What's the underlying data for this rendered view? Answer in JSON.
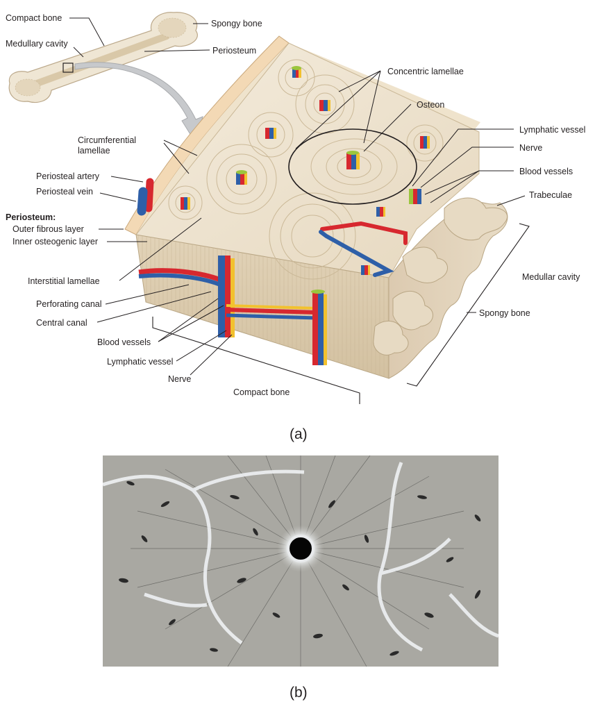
{
  "panel_a": {
    "caption": "(a)",
    "labels": {
      "compact_bone_top": "Compact bone",
      "spongy_bone_top": "Spongy bone",
      "medullary_cavity": "Medullary cavity",
      "periosteum": "Periosteum",
      "concentric_lamellae": "Concentric lamellae",
      "osteon": "Osteon",
      "circumferential_lamellae_1": "Circumferential",
      "circumferential_lamellae_2": "lamellae",
      "lymphatic_vessel_right": "Lymphatic vessel",
      "nerve_right": "Nerve",
      "blood_vessels_right": "Blood vessels",
      "trabeculae": "Trabeculae",
      "periosteal_artery": "Periosteal artery",
      "periosteal_vein": "Periosteal vein",
      "periosteum_heading": "Periosteum:",
      "outer_fibrous_layer": "Outer fibrous layer",
      "inner_osteogenic_layer": "Inner osteogenic layer",
      "interstitial_lamellae": "Interstitial lamellae",
      "medullar_cavity": "Medullar cavity",
      "perforating_canal": "Perforating canal",
      "central_canal": "Central canal",
      "spongy_bone_bottom": "Spongy bone",
      "blood_vessels_bottom": "Blood vessels",
      "lymphatic_vessel_bottom": "Lymphatic vessel",
      "nerve_bottom": "Nerve",
      "compact_bone_bottom": "Compact bone"
    },
    "colors": {
      "bone_light": "#efe4d0",
      "bone_shade": "#dccbb0",
      "bone_dark": "#c9b796",
      "periosteum": "#f3d9b5",
      "artery": "#d7282f",
      "vein": "#2e5fa8",
      "nerve": "#f2c12e",
      "lymphatic": "#9bc53d",
      "arrow": "#c7c9cc",
      "leader": "#231f20"
    }
  },
  "panel_b": {
    "caption": "(b)",
    "colors": {
      "background": "#b9b8b3",
      "cement_line": "#eef1f3",
      "lacuna": "#2a2a2a",
      "canal": "#050505"
    }
  }
}
